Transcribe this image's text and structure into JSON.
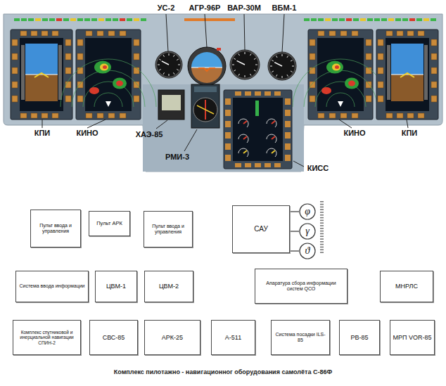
{
  "diagram": {
    "caption": "Комплекс пилотажно - навигационног оборудования самолёта С-86Ф",
    "nodes": [
      {
        "text": [
          "Пульт ввода и управления"
        ]
      },
      {
        "text": [
          "Пульт АРК"
        ]
      },
      {
        "text": [
          "Пульт ввода и управления"
        ]
      },
      {
        "text": [
          "САУ"
        ]
      },
      {
        "text": [
          "φ"
        ]
      },
      {
        "text": [
          "γ"
        ]
      },
      {
        "text": [
          "ϑ"
        ]
      },
      {
        "text": [
          "Система ввода информации"
        ]
      },
      {
        "text": [
          "ЦВМ-1"
        ]
      },
      {
        "text": [
          "ЦВМ-2"
        ]
      },
      {
        "text": [
          "Апаратура сбора информации систем QСО"
        ]
      },
      {
        "text": [
          "МНРЛС"
        ]
      },
      {
        "text": [
          "Комплекс спутниковой и инерциальной навигации СПИН-2"
        ]
      },
      {
        "text": [
          "СВС-85"
        ]
      },
      {
        "text": [
          "АРК-25"
        ]
      },
      {
        "text": [
          "А-511"
        ]
      },
      {
        "text": [
          "Система посадки ILS-85"
        ]
      },
      {
        "text": [
          "РВ-85"
        ]
      },
      {
        "text": [
          "МРП VOR-85"
        ]
      }
    ],
    "edges": [
      {
        "from": 3,
        "to": 4,
        "arrow": "none"
      },
      {
        "from": 3,
        "to": 5,
        "arrow": "none"
      },
      {
        "from": 3,
        "to": 6,
        "arrow": "none"
      }
    ],
    "labels": [
      "УС-2",
      "АГР-96Р",
      "ВАР-30М",
      "ВБМ-1",
      "КПИ",
      "КИНО",
      "ХАЭ-85",
      "РМИ-3",
      "КИСС",
      "КИНО",
      "КПИ"
    ]
  }
}
